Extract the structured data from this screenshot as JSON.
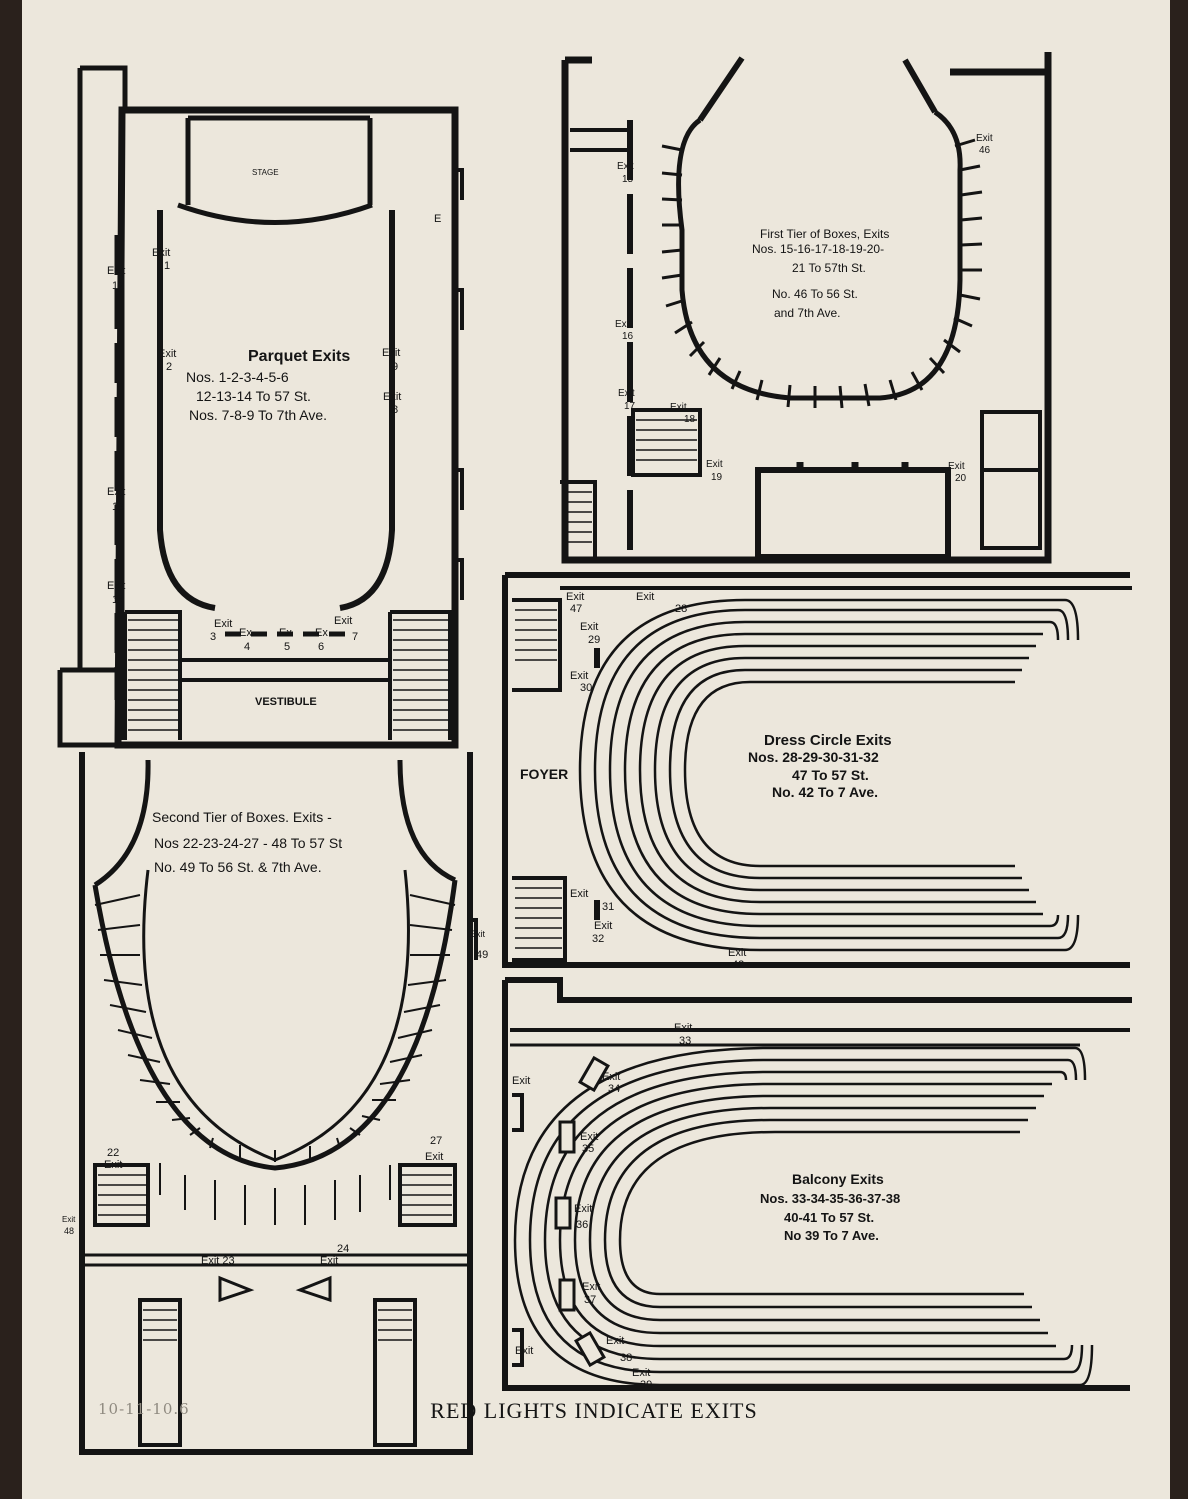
{
  "caption": "RED LIGHTS INDICATE EXITS",
  "pencil_note": "10-11-10.6",
  "parquet": {
    "title": "Parquet Exits",
    "lines": [
      "Nos. 1-2-3-4-5-6",
      "12-13-14 To 57 St.",
      "Nos. 7-8-9 To 7th Ave."
    ],
    "stage": "STAGE",
    "vestibule": "VESTIBULE",
    "e_mark": "E",
    "exits": {
      "e1": [
        "Exit",
        "1"
      ],
      "e2": [
        "Exit",
        "2"
      ],
      "e3": [
        "Exit",
        "3"
      ],
      "e4": [
        "Ex",
        "4"
      ],
      "e5": [
        "Ex",
        "5"
      ],
      "e6": [
        "Ex",
        "6"
      ],
      "e7": [
        "Exit",
        "7"
      ],
      "e8": [
        "Exit",
        "8"
      ],
      "e9": [
        "Exit",
        "9"
      ],
      "e12": [
        "Exit",
        "12"
      ],
      "e13": [
        "Exit",
        "13"
      ],
      "e14": [
        "Exit",
        "14"
      ]
    }
  },
  "first_tier": {
    "title": "First Tier of Boxes, Exits",
    "lines": [
      "Nos. 15-16-17-18-19-20-",
      "21 To 57th St.",
      "No. 46 To 56 St.",
      "and 7th Ave."
    ],
    "exits": {
      "e15": [
        "Exit",
        "15"
      ],
      "e16": [
        "Exit",
        "16"
      ],
      "e17": [
        "Exit",
        "17"
      ],
      "e18": [
        "Exit",
        "18"
      ],
      "e19": [
        "Exit",
        "19"
      ],
      "e20": [
        "Exit",
        "20"
      ],
      "e46": [
        "Exit",
        "46"
      ]
    }
  },
  "second_tier": {
    "title": "Second Tier of Boxes. Exits -",
    "lines": [
      "Nos 22-23-24-27 - 48 To 57 St",
      "No. 49 To 56 St. & 7th Ave."
    ],
    "exits": {
      "e22": [
        "22",
        "Exit"
      ],
      "e27": [
        "27",
        "Exit"
      ],
      "e23": "Exit 23",
      "e24": [
        "24",
        "Exit"
      ],
      "e48": [
        "Exit",
        "48"
      ],
      "e49": [
        "Exit",
        "49"
      ]
    }
  },
  "dress_circle": {
    "title": "Dress Circle Exits",
    "lines": [
      "Nos. 28-29-30-31-32",
      "47 To 57 St.",
      "No. 42 To 7 Ave."
    ],
    "foyer": "FOYER",
    "exits": {
      "e47": [
        "Exit",
        "47"
      ],
      "e28": [
        "Exit",
        "28"
      ],
      "e29": [
        "Exit",
        "29"
      ],
      "e30": [
        "Exit",
        "30"
      ],
      "e31": [
        "Exit",
        "31"
      ],
      "e32": [
        "Exit",
        "32"
      ],
      "e42": [
        "Exit",
        "42"
      ]
    }
  },
  "balcony": {
    "title": "Balcony Exits",
    "lines": [
      "Nos. 33-34-35-36-37-38",
      "40-41 To 57 St.",
      "No 39 To 7 Ave."
    ],
    "exits": {
      "e33": [
        "Exit",
        "33"
      ],
      "e34": [
        "Exit",
        "34"
      ],
      "e35": [
        "Exit",
        "35"
      ],
      "e36": [
        "Exit",
        "36"
      ],
      "e37": [
        "Exit",
        "37"
      ],
      "e38": [
        "Exit",
        "38"
      ],
      "e39": [
        "Exit",
        "39"
      ],
      "e40": "Exit",
      "e41": "Exit"
    }
  },
  "colors": {
    "paper": "#ece7dc",
    "ink": "#141414",
    "background": "#2a211c"
  }
}
